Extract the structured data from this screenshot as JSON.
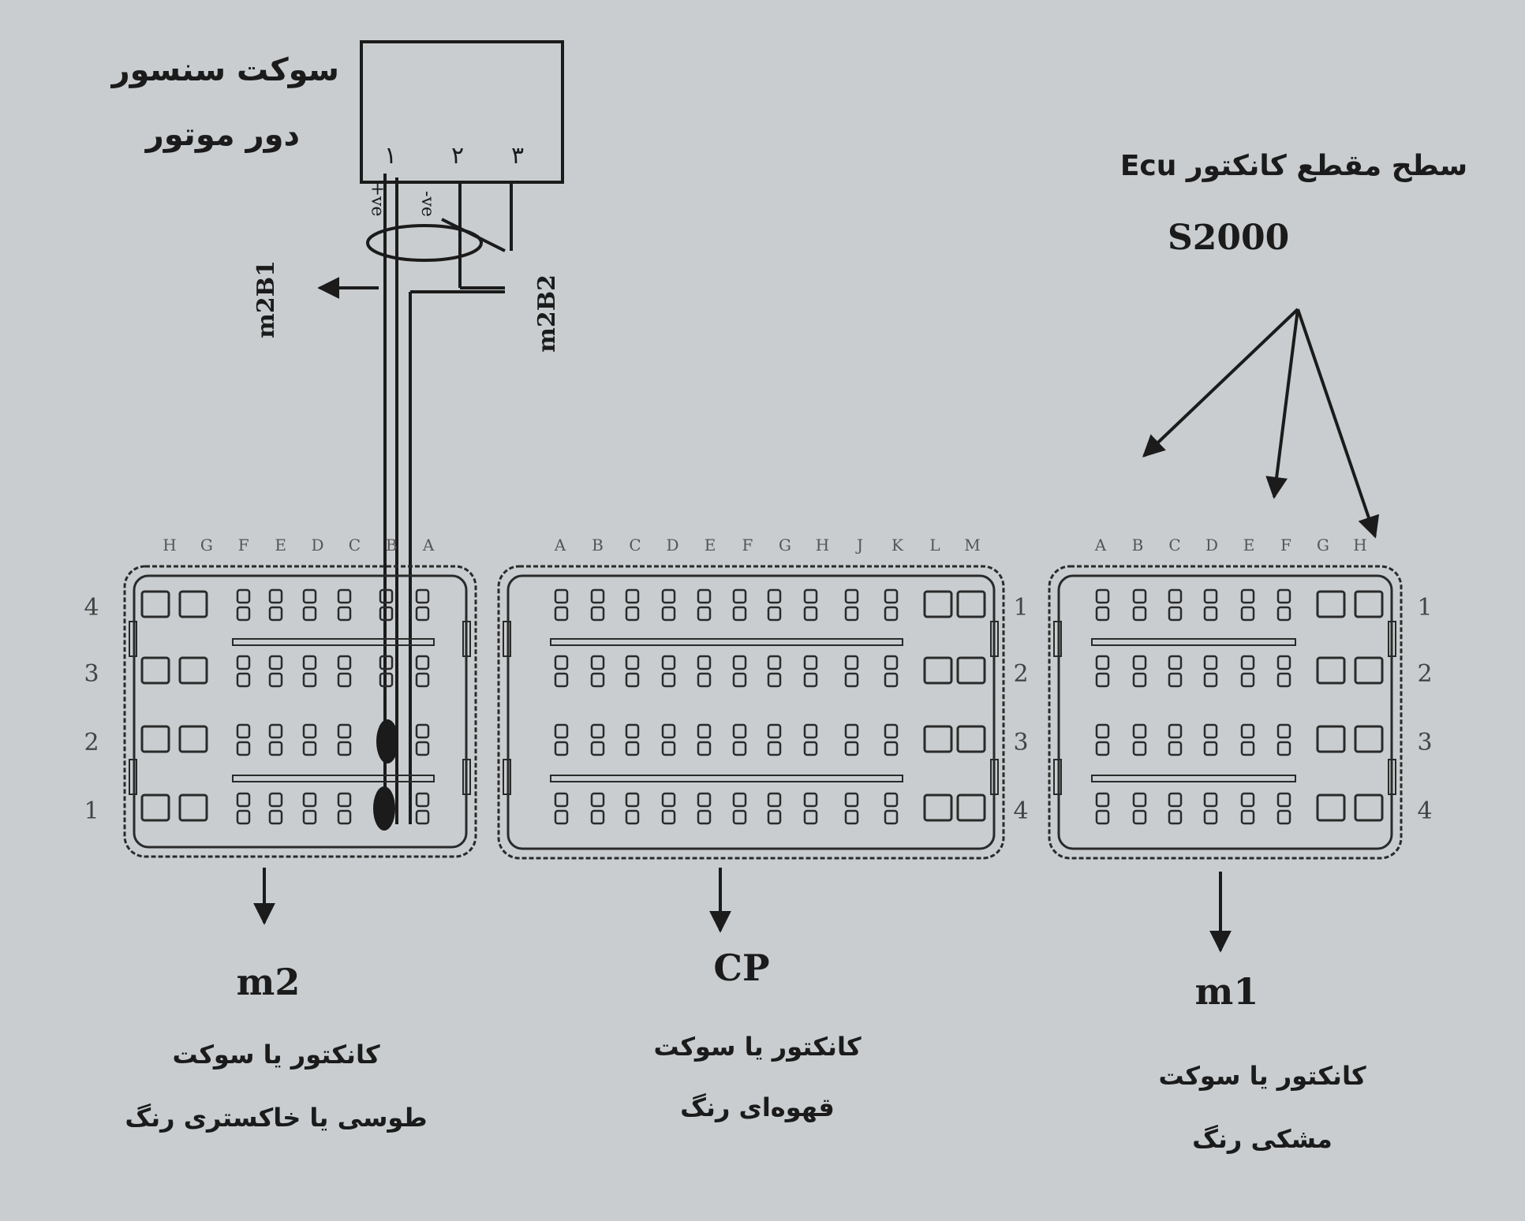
{
  "sensor": {
    "title_line1": "سوکت سنسور",
    "title_line2": "دور موتور",
    "pins": [
      "۱",
      "۲",
      "۳"
    ],
    "plus_ve": "+ve",
    "minus_ve": "-ve"
  },
  "wires": {
    "left_label": "m2B1",
    "right_label": "m2B2"
  },
  "ecu": {
    "title": "سطح مقطع کانکتور Ecu",
    "model": "S2000"
  },
  "connectors": [
    {
      "id": "m2",
      "columns": [
        "H",
        "G",
        "F",
        "E",
        "D",
        "C",
        "B",
        "A"
      ],
      "rows": [
        "4",
        "3",
        "2",
        "1"
      ],
      "name": "m2",
      "desc_line1": "کانکتور یا سوکت",
      "desc_line2": "طوسی یا خاکستری رنگ"
    },
    {
      "id": "cp",
      "columns": [
        "A",
        "B",
        "C",
        "D",
        "E",
        "F",
        "G",
        "H",
        "J",
        "K",
        "L",
        "M"
      ],
      "rows": [
        "1",
        "2",
        "3",
        "4"
      ],
      "name": "CP",
      "desc_line1": "کانکتور یا سوکت",
      "desc_line2": "قهوه‌ای رنگ"
    },
    {
      "id": "m1",
      "columns": [
        "A",
        "B",
        "C",
        "D",
        "E",
        "F",
        "G",
        "H"
      ],
      "rows": [
        "1",
        "2",
        "3",
        "4"
      ],
      "name": "m1",
      "desc_line1": "کانکتور یا سوکت",
      "desc_line2": "مشکی رنگ"
    }
  ]
}
